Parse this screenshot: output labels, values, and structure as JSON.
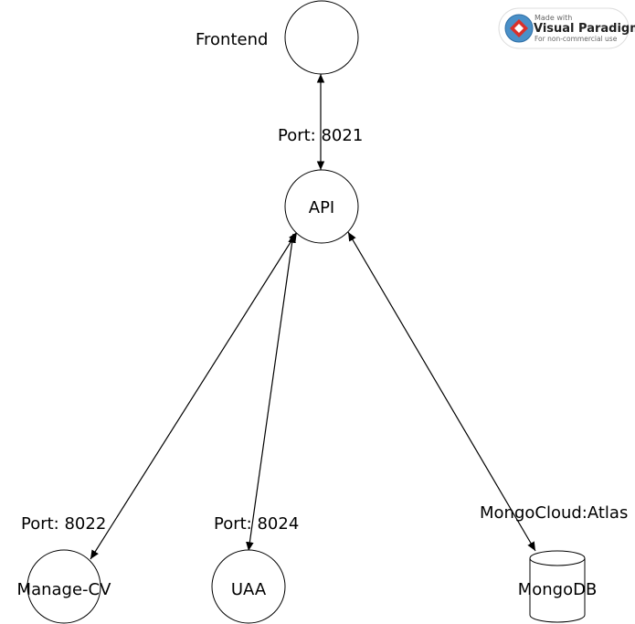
{
  "nodes": {
    "frontend": {
      "label": "Frontend"
    },
    "api": {
      "label": "API"
    },
    "manage_cv": {
      "label": "Manage-CV"
    },
    "uaa": {
      "label": "UAA"
    },
    "mongodb": {
      "label": "MongoDB"
    }
  },
  "edges": {
    "frontend_api": {
      "label": "Port: 8021"
    },
    "api_manage_cv": {
      "label": "Port: 8022"
    },
    "api_uaa": {
      "label": "Port: 8024"
    },
    "api_mongodb": {
      "label": "MongoCloud:Atlas"
    }
  },
  "watermark": {
    "made_with": "Made with",
    "brand": "Visual Paradigm",
    "note": "For non-commercial use"
  }
}
